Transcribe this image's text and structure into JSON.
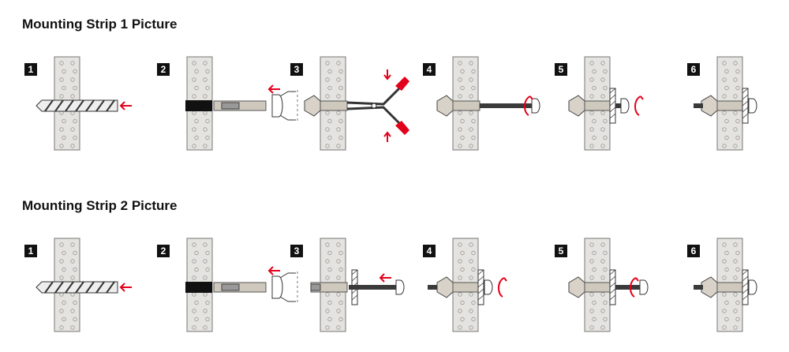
{
  "strips": [
    {
      "title": "Mounting Strip 1 Picture",
      "steps": [
        {
          "number": "1",
          "kind": "drill"
        },
        {
          "number": "2",
          "kind": "insert-anchor-tool"
        },
        {
          "number": "3",
          "kind": "pliers-expand"
        },
        {
          "number": "4",
          "kind": "insert-screw-rotate"
        },
        {
          "number": "5",
          "kind": "fixture-tighten"
        },
        {
          "number": "6",
          "kind": "fixed"
        }
      ]
    },
    {
      "title": "Mounting Strip 2 Picture",
      "steps": [
        {
          "number": "1",
          "kind": "drill"
        },
        {
          "number": "2",
          "kind": "insert-anchor-tool-2"
        },
        {
          "number": "3",
          "kind": "push-through-fixture"
        },
        {
          "number": "4",
          "kind": "expand-rotate"
        },
        {
          "number": "5",
          "kind": "fixture-tighten-2"
        },
        {
          "number": "6",
          "kind": "fixed"
        }
      ]
    }
  ],
  "colors": {
    "accent": "#e3001b",
    "wall": "#e4e3df",
    "anchor": "#cfc8bd",
    "badge": "#111111"
  }
}
